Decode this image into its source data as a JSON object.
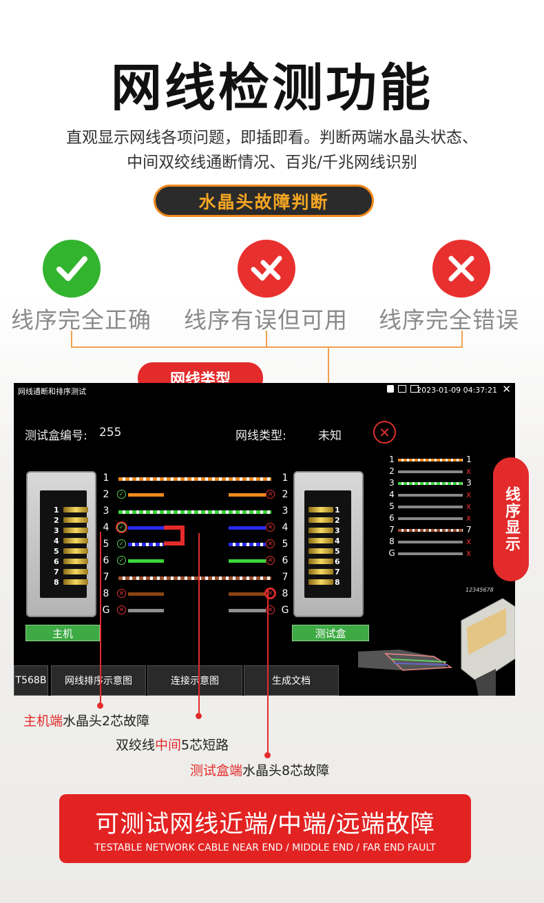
{
  "header": {
    "title": "网线检测功能",
    "subtitle_line1": "直观显示网线各项问题，即插即看。判断两端水晶头状态、",
    "subtitle_line2": "中间双绞线通断情况、百兆/千兆网线识别"
  },
  "section_pill": "水晶头故障判断",
  "statuses": [
    {
      "label": "线序完全正确",
      "color": "#33b42f",
      "icon": "check-icon"
    },
    {
      "label": "线序有误但可用",
      "color": "#e8302e",
      "icon": "check-x-icon"
    },
    {
      "label": "线序完全错误",
      "color": "#e8302e",
      "icon": "close-icon"
    }
  ],
  "type_pill": "网线类型",
  "side_tab": "线序显示",
  "screen": {
    "title": "网线通断和排序测试",
    "datetime": "2023-01-09 04:37:21",
    "close_label": "✕",
    "box_id_label": "测试盒编号:",
    "box_id_value": "255",
    "cable_type_label": "网线类型:",
    "cable_type_value": "未知",
    "host_label": "主机",
    "tester_label": "测试盒",
    "connector_pins": [
      "1",
      "2",
      "3",
      "4",
      "5",
      "6",
      "7",
      "8"
    ],
    "rows": [
      {
        "num": "1",
        "left_mark": "",
        "right_mark": ""
      },
      {
        "num": "2",
        "left_mark": "ok",
        "right_mark": "bad"
      },
      {
        "num": "3",
        "left_mark": "",
        "right_mark": ""
      },
      {
        "num": "4",
        "left_mark": "ok",
        "right_mark": "bad"
      },
      {
        "num": "5",
        "left_mark": "ok",
        "right_mark": "bad"
      },
      {
        "num": "6",
        "left_mark": "ok",
        "right_mark": "bad"
      },
      {
        "num": "7",
        "left_mark": "",
        "right_mark": ""
      },
      {
        "num": "8",
        "left_mark": "bad",
        "right_mark": "bad"
      },
      {
        "num": "G",
        "left_mark": "bad",
        "right_mark": "bad"
      }
    ],
    "mini_rows": [
      {
        "left": "1",
        "right": "1"
      },
      {
        "left": "2",
        "right": "x"
      },
      {
        "left": "3",
        "right": "3"
      },
      {
        "left": "4",
        "right": "x"
      },
      {
        "left": "5",
        "right": "x"
      },
      {
        "left": "6",
        "right": "x"
      },
      {
        "left": "7",
        "right": "7"
      },
      {
        "left": "8",
        "right": "x"
      },
      {
        "left": "G",
        "right": "x"
      }
    ],
    "plug_label": "12345678",
    "tabs": [
      "T568B",
      "网线排序示意图",
      "连接示意图",
      "生成文档"
    ]
  },
  "callouts": [
    {
      "hl": "主机端",
      "rest": "水晶头2芯故障"
    },
    {
      "pre": "双绞线",
      "hl": "中间",
      "rest": "5芯短路"
    },
    {
      "hl": "测试盒端",
      "rest": "水晶头8芯故障"
    }
  ],
  "banner": {
    "main": "可测试网线近端/中端/远端故障",
    "sub": "TESTABLE NETWORK CABLE NEAR END / MIDDLE END / FAR END FAULT"
  }
}
